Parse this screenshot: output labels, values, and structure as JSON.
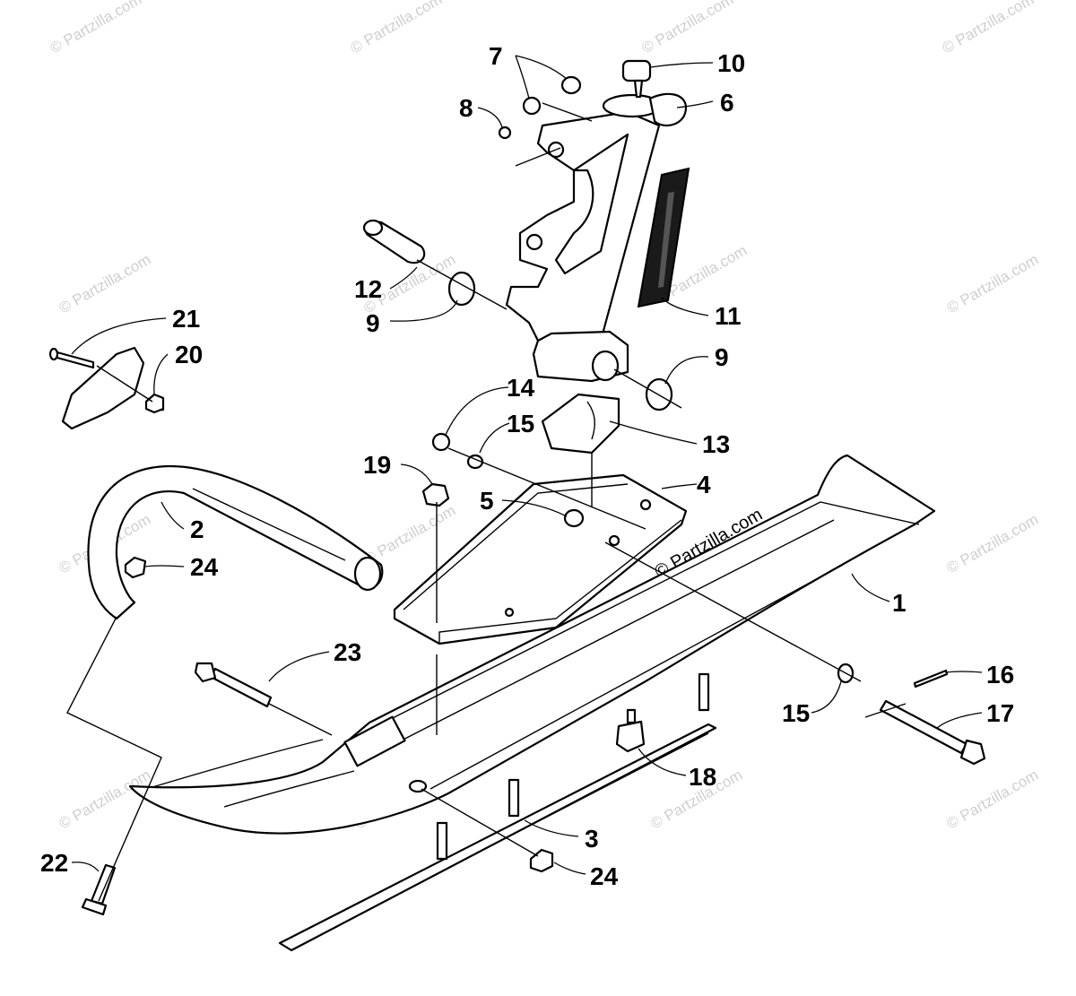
{
  "watermark": "© Partzilla.com",
  "callouts": [
    "1",
    "2",
    "3",
    "4",
    "5",
    "6",
    "7",
    "8",
    "9",
    "9",
    "10",
    "11",
    "12",
    "13",
    "14",
    "15",
    "15",
    "16",
    "17",
    "18",
    "19",
    "20",
    "21",
    "22",
    "23",
    "24",
    "24"
  ]
}
